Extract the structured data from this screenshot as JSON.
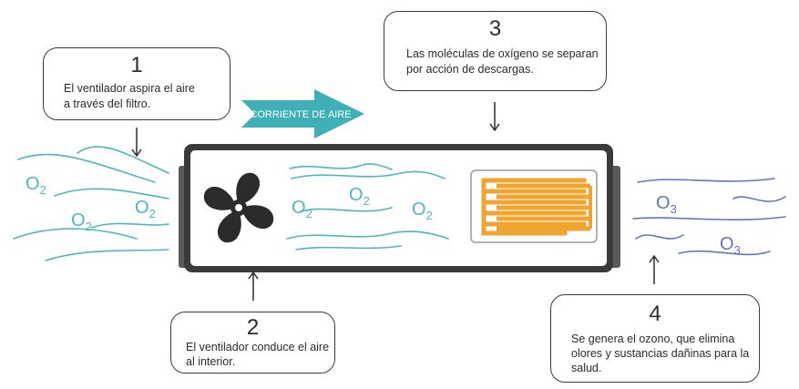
{
  "steps": [
    {
      "number": "1",
      "text": "El ventilador aspira el aire a través del filtro."
    },
    {
      "number": "2",
      "text": "El ventilador conduce el aire al interior."
    },
    {
      "number": "3",
      "text": "Las moléculas de oxígeno se separan por acción de descargas."
    },
    {
      "number": "4",
      "text": "Se genera el ozono, que elimina olores y sustancias dañinas para la salud."
    }
  ],
  "airflow_label": "CORRIENTE DE AIRE",
  "molecules": {
    "oxygen_symbol": "O",
    "oxygen_subscript": "2",
    "ozone_symbol": "O",
    "ozone_subscript": "3"
  },
  "colors": {
    "oxygen": "#4db6be",
    "ozone": "#6275c3",
    "arrow": "#3fb0b8",
    "plate": "#f0a531",
    "device": "#3a3a3a"
  },
  "icons": [
    "fan-icon",
    "discharge-plate-icon",
    "arrow-down-icon",
    "arrow-up-icon"
  ]
}
